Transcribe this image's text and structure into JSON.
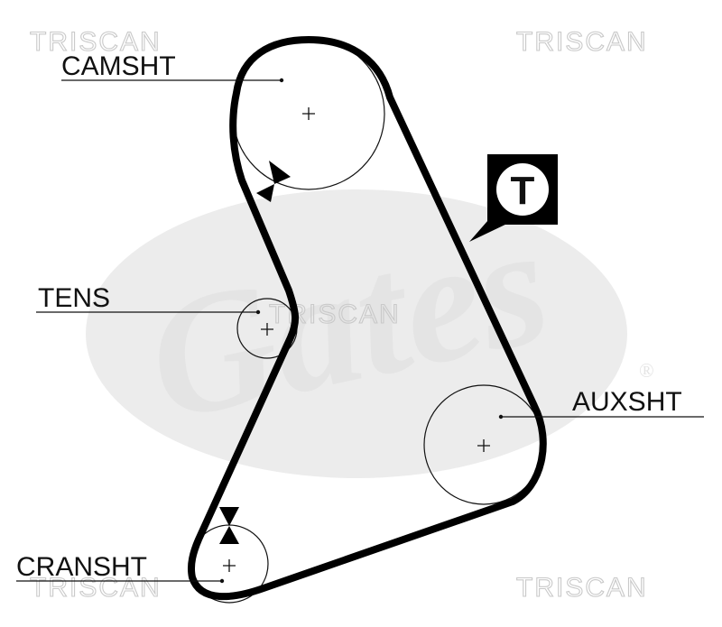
{
  "watermarks": {
    "top_left": "TRISCAN",
    "top_right": "TRISCAN",
    "center": "TRISCAN",
    "bottom_left": "TRISCAN",
    "bottom_right": "TRISCAN"
  },
  "brand_logo": {
    "text": "Gates",
    "registered": "®"
  },
  "badge": {
    "letter": "T"
  },
  "labels": {
    "camshaft": "CAMSHT",
    "tensioner": "TENS",
    "aux_shaft": "AUXSHT",
    "crankshaft": "CRANSHT"
  },
  "colors": {
    "belt": "#000000",
    "pulley_outline": "#111111",
    "watermark": "#c9c9c9",
    "logo": "#e4e4e4"
  }
}
